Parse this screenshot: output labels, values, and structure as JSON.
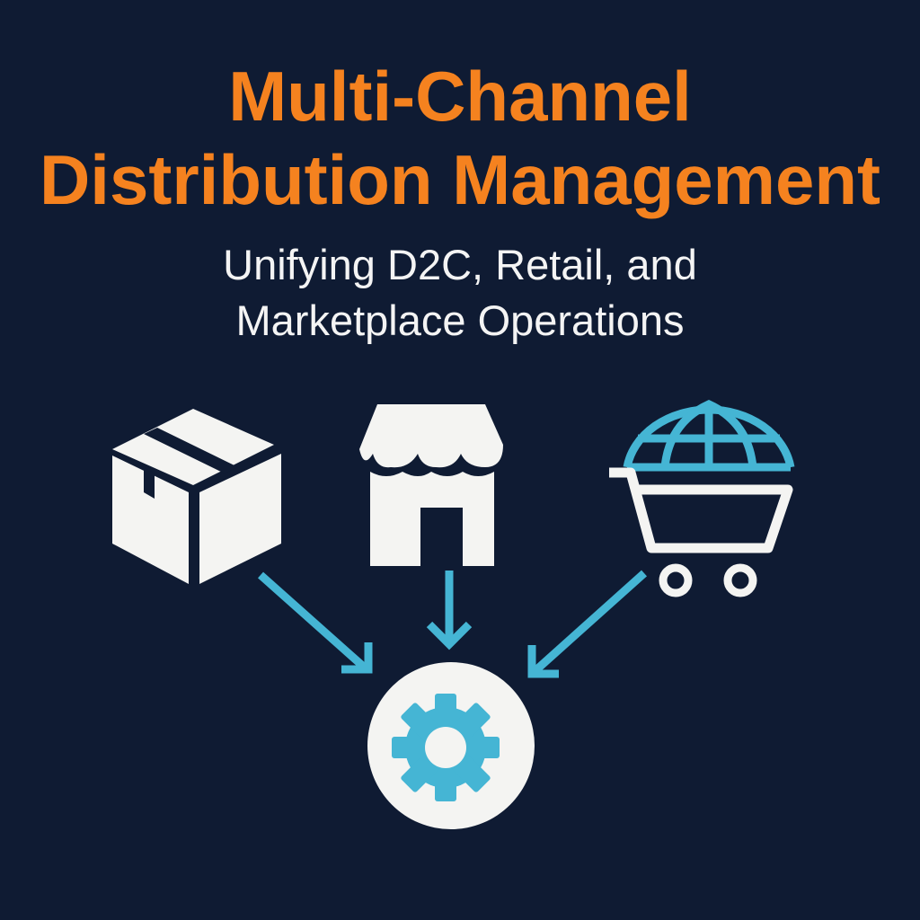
{
  "title": {
    "line1": "Multi-Channel",
    "line2": "Distribution Management"
  },
  "subtitle": {
    "line1": "Unifying D2C, Retail, and",
    "line2": "Marketplace Operations"
  },
  "icons": [
    "package-box-icon",
    "storefront-icon",
    "globe-shopping-cart-icon",
    "gear-icon"
  ],
  "colors": {
    "background": "#0f1b33",
    "title": "#f5821f",
    "accent": "#45b5d4",
    "icon": "#f4f4f2"
  }
}
